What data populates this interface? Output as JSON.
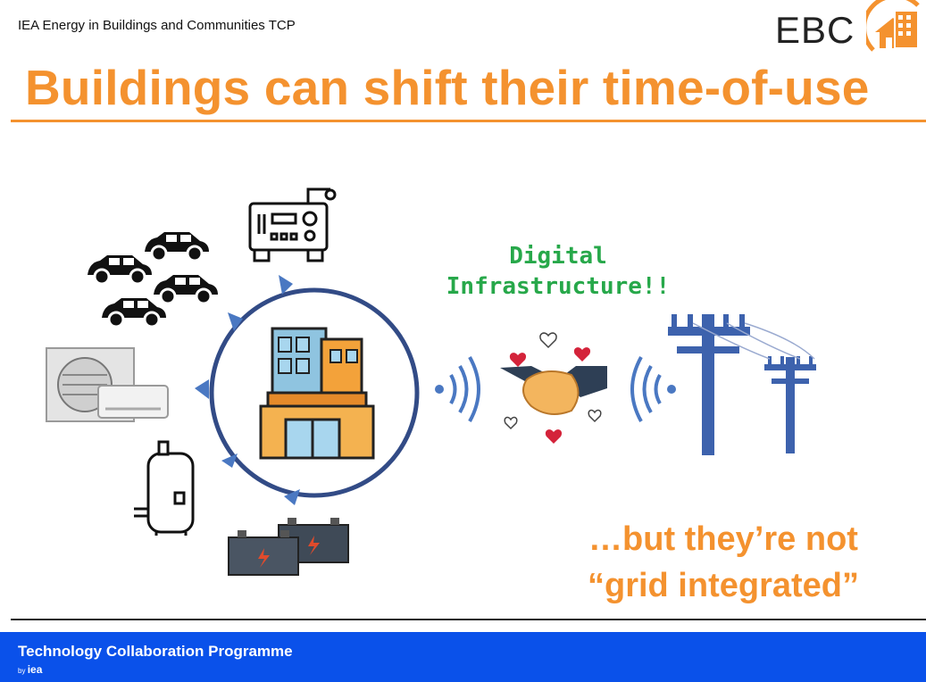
{
  "header": {
    "org_name": "IEA Energy in Buildings and Communities TCP",
    "logo_text": "EBC"
  },
  "slide": {
    "title": "Buildings can shift their time-of-use",
    "digital_line1": "Digital",
    "digital_line2": "Infrastructure!!",
    "caption_line1": "…but they’re not",
    "caption_line2": "“grid integrated”"
  },
  "footer": {
    "title": "Technology Collaboration Programme",
    "by": "by",
    "iea": "iea"
  },
  "colors": {
    "accent_orange": "#f4922f",
    "footer_blue": "#0a51ea",
    "ring_blue": "#324b86",
    "arrow_blue": "#4a78c2",
    "digital_green": "#27a84a",
    "pole_blue": "#3d62ad"
  },
  "icons": [
    "ebc-house-logo-icon",
    "generator-icon",
    "cars-icon",
    "air-conditioner-icon",
    "water-heater-icon",
    "batteries-icon",
    "building-icon",
    "handshake-icon",
    "wireless-signal-icon",
    "power-pole-icon",
    "heart-icon"
  ]
}
